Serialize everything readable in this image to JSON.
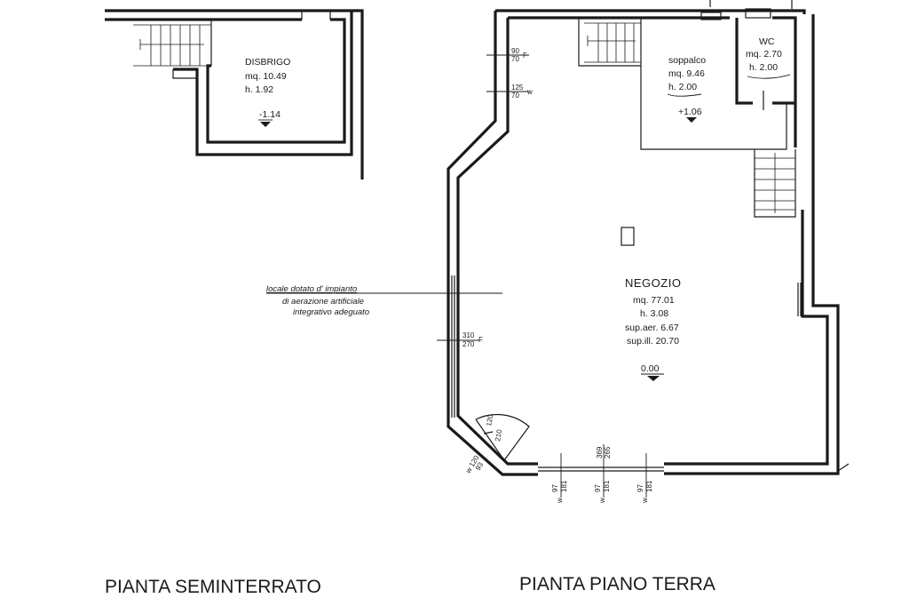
{
  "titles": {
    "basement": "PIANTA SEMINTERRATO",
    "ground": "PIANTA PIANO TERRA"
  },
  "basement": {
    "room_name": "DISBRIGO",
    "area": "mq. 10.49",
    "height": "h. 1.92",
    "level": "-1.14"
  },
  "ground": {
    "shop": {
      "name": "NEGOZIO",
      "area": "mq. 77.01",
      "height": "h. 3.08",
      "sup_aer": "sup.aer. 6.67",
      "sup_ill": "sup.ill. 20.70",
      "level": "0.00"
    },
    "mezzanine": {
      "name": "soppalco",
      "area": "mq. 9.46",
      "height": "h. 2.00",
      "level": "+1.06"
    },
    "wc": {
      "name": "WC",
      "area": "mq. 2.70",
      "height": "h. 2.00"
    }
  },
  "note": {
    "line1": "locale dotato d' impianto",
    "line2": "di aerazione artificiale",
    "line3": "integrativo adeguato"
  },
  "windows": {
    "w1_top": "90",
    "w1_bot": "70",
    "w1_type": "F",
    "w2_top": "125",
    "w2_bot": "70",
    "w2_type": "w",
    "w3_top": "310",
    "w3_bot": "270",
    "w3_type": "F",
    "door_a": "120",
    "door_b": "210",
    "corner_a": "w 120",
    "corner_b": "93",
    "front_top": "369",
    "front_bot": "265",
    "fw1_top": "97",
    "fw1_bot": "181",
    "fw1_type": "w",
    "fw2_top": "97",
    "fw2_bot": "181",
    "fw2_type": "w",
    "fw3_top": "97",
    "fw3_bot": "181",
    "fw3_type": "w"
  }
}
